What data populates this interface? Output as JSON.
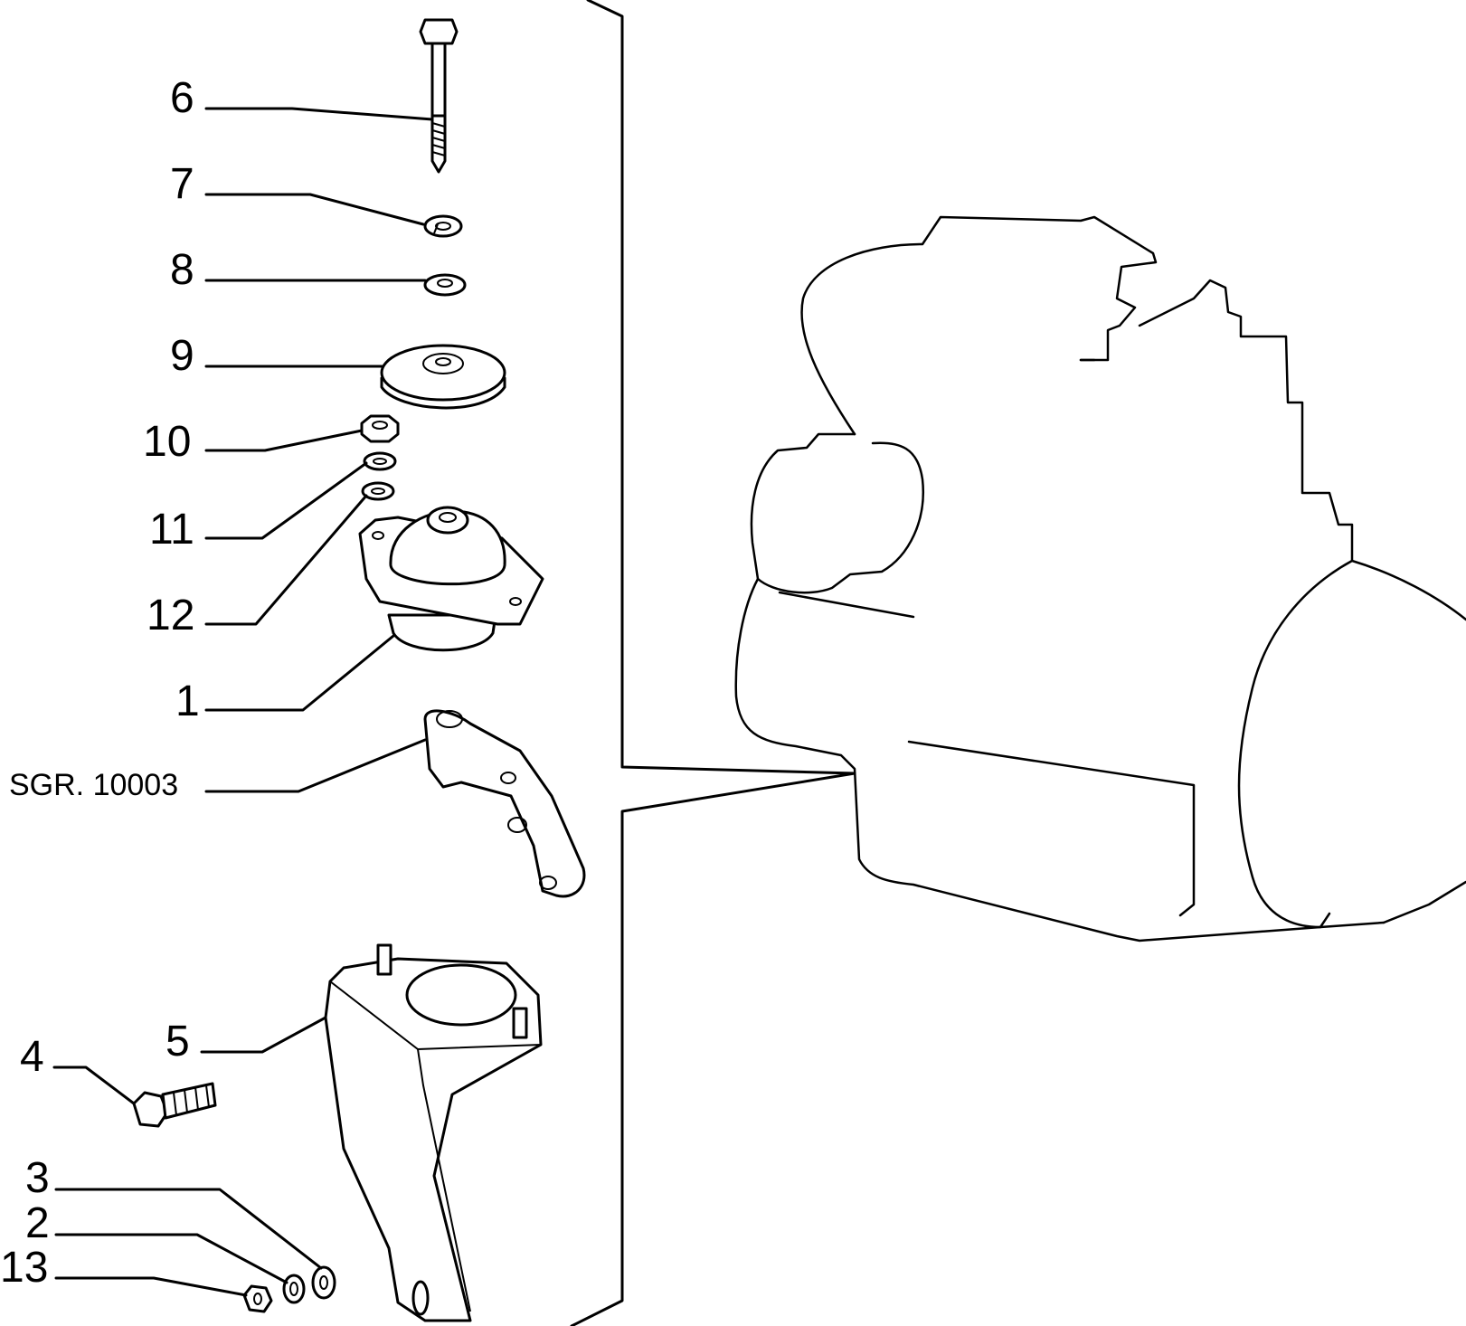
{
  "callouts": {
    "c6": "6",
    "c7": "7",
    "c8": "8",
    "c9": "9",
    "c10": "10",
    "c11": "11",
    "c12": "12",
    "c1": "1",
    "sgr": "SGR. 10003",
    "c4": "4",
    "c5": "5",
    "c3": "3",
    "c2": "2",
    "c13": "13"
  }
}
